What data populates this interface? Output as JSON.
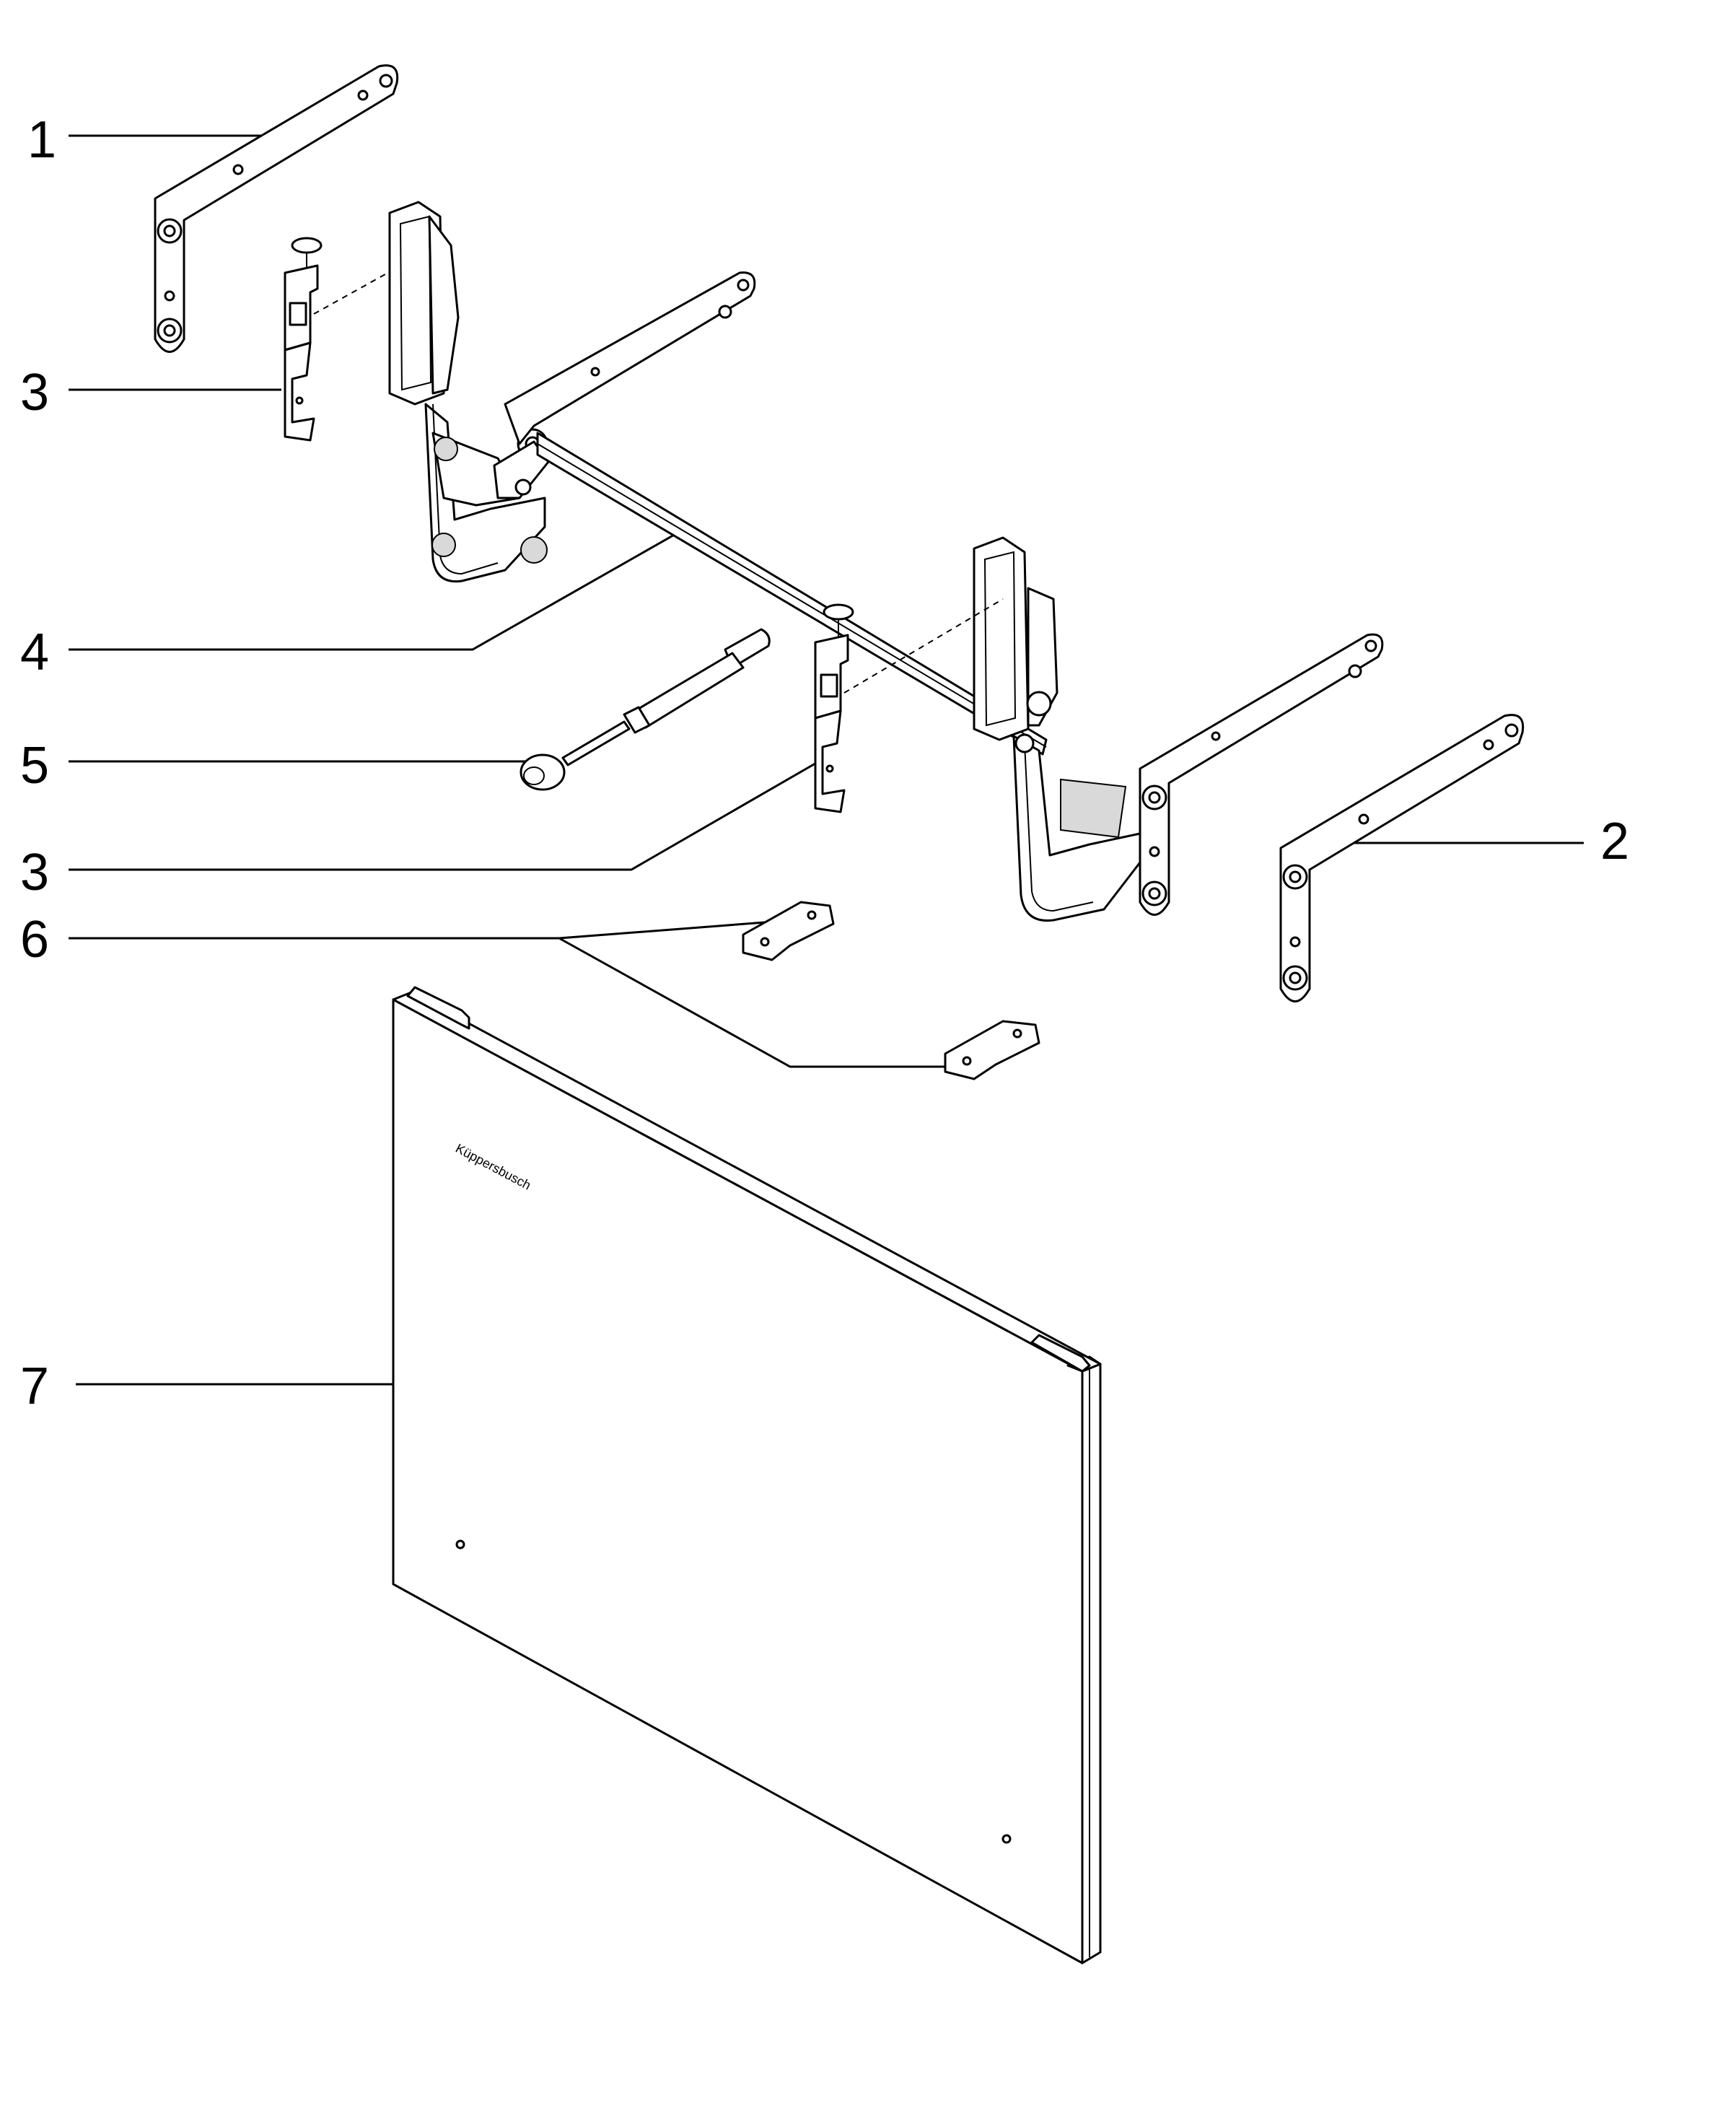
{
  "diagram": {
    "callouts": [
      {
        "id": "1",
        "label": "1"
      },
      {
        "id": "3a",
        "label": "3"
      },
      {
        "id": "4",
        "label": "4"
      },
      {
        "id": "5",
        "label": "5"
      },
      {
        "id": "3b",
        "label": "3"
      },
      {
        "id": "6",
        "label": "6"
      },
      {
        "id": "7",
        "label": "7"
      },
      {
        "id": "2",
        "label": "2"
      }
    ],
    "door_brand": "Küppersbusch"
  }
}
